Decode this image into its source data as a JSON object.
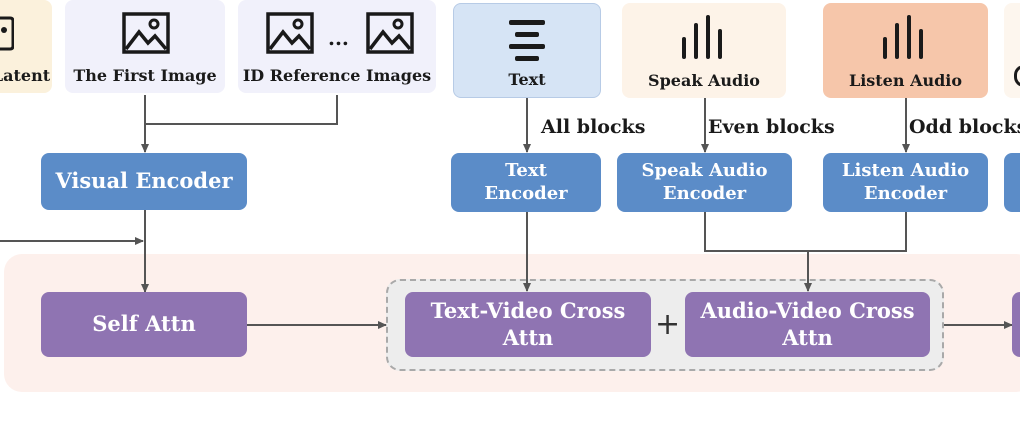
{
  "inputs": {
    "latent": "Latent",
    "first_image": "The First Image",
    "id_reference": "ID Reference Images",
    "ellipsis": "...",
    "text": "Text",
    "speak_audio": "Speak Audio",
    "listen_audio": "Listen Audio"
  },
  "routing": {
    "all_blocks": "All blocks",
    "even_blocks": "Even blocks",
    "odd_blocks": "Odd blocks"
  },
  "encoders": {
    "visual": "Visual Encoder",
    "text_line1": "Text",
    "text_line2": "Encoder",
    "speak_line1": "Speak Audio",
    "speak_line2": "Encoder",
    "listen_line1": "Listen Audio",
    "listen_line2": "Encoder"
  },
  "attention": {
    "self_attn": "Self Attn",
    "text_video_line1": "Text-Video Cross",
    "text_video_line2": "Attn",
    "plus": "+",
    "audio_video_line1": "Audio-Video Cross",
    "audio_video_line2": "Attn"
  },
  "colors": {
    "latent_bg": "#fbf1dc",
    "image_card_bg": "#f1f1fb",
    "text_card_bg": "#d6e4f5",
    "speak_card_bg": "#fdf3e8",
    "listen_card_bg": "#f6c6aa",
    "encoder_blue": "#5b8cc8",
    "attn_purple": "#8f74b2",
    "block_bg": "#fdf0ec"
  }
}
